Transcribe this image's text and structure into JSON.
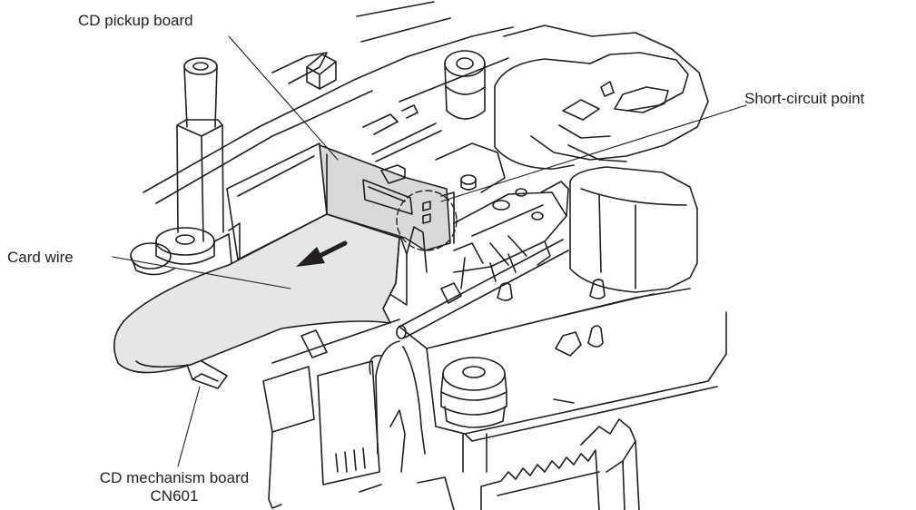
{
  "labels": {
    "cd_pickup_board": "CD pickup board",
    "short_circuit_point": "Short-circuit point",
    "card_wire": "Card wire",
    "cd_mechanism_board": "CD mechanism board",
    "cn601": "CN601"
  },
  "colors": {
    "line": "#231f20",
    "wire_fill": "#e6e6e6",
    "board_fill": "#d9d9d9",
    "background": "#ffffff"
  }
}
